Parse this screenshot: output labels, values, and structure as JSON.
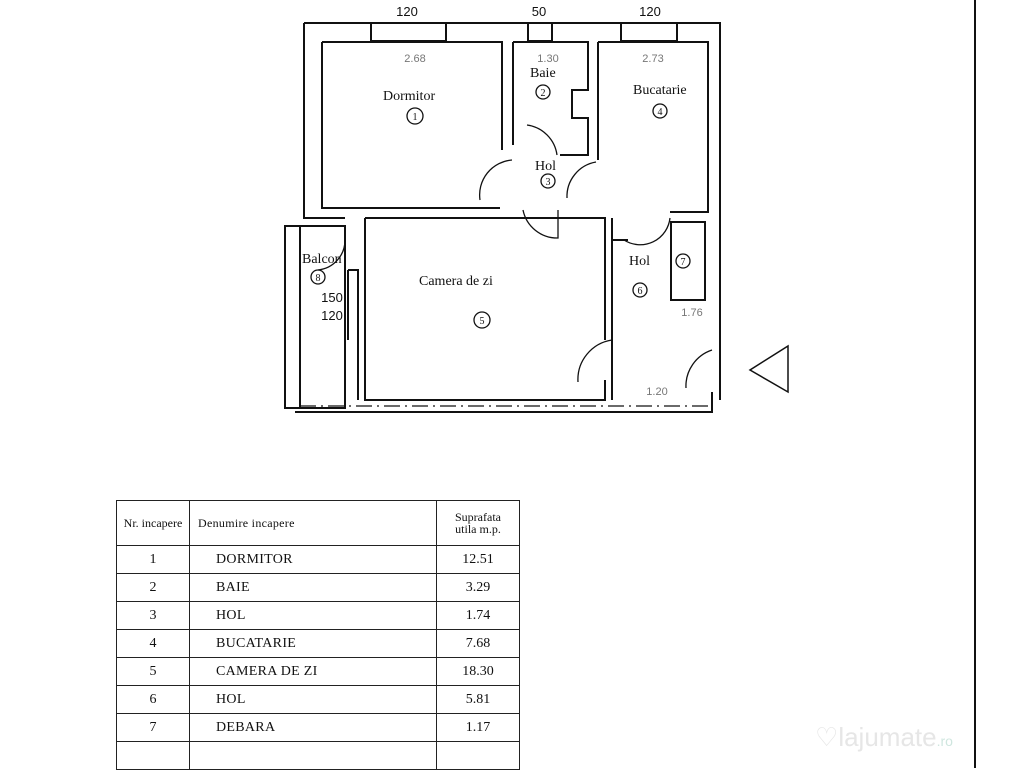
{
  "plan": {
    "window_widths": [
      "120",
      "50",
      "120"
    ],
    "rooms": [
      {
        "no": "1",
        "label": "Dormitor",
        "dim": "2.68"
      },
      {
        "no": "2",
        "label": "Baie",
        "dim": "1.30"
      },
      {
        "no": "3",
        "label": "Hol",
        "dim": ""
      },
      {
        "no": "4",
        "label": "Bucatarie",
        "dim": "2.73"
      },
      {
        "no": "5",
        "label": "Camera de zi",
        "dim": ""
      },
      {
        "no": "6",
        "label": "Hol",
        "dim": "1.20"
      },
      {
        "no": "7",
        "label": "",
        "dim": "1.76"
      },
      {
        "no": "8",
        "label": "Balcon",
        "dim": ""
      }
    ],
    "balcony_window": [
      "150",
      "120"
    ]
  },
  "table": {
    "headers": {
      "no": "Nr. incapere",
      "name": "Denumire incapere",
      "area": "Suprafata utila m.p."
    },
    "rows": [
      {
        "no": "1",
        "name": "DORMITOR",
        "area": "12.51"
      },
      {
        "no": "2",
        "name": "BAIE",
        "area": "3.29"
      },
      {
        "no": "3",
        "name": "HOL",
        "area": "1.74"
      },
      {
        "no": "4",
        "name": "BUCATARIE",
        "area": "7.68"
      },
      {
        "no": "5",
        "name": "CAMERA DE ZI",
        "area": "18.30"
      },
      {
        "no": "6",
        "name": "HOL",
        "area": "5.81"
      },
      {
        "no": "7",
        "name": "DEBARA",
        "area": "1.17"
      }
    ]
  },
  "watermark": {
    "brand": "lajumate",
    "tld": ".ro"
  }
}
